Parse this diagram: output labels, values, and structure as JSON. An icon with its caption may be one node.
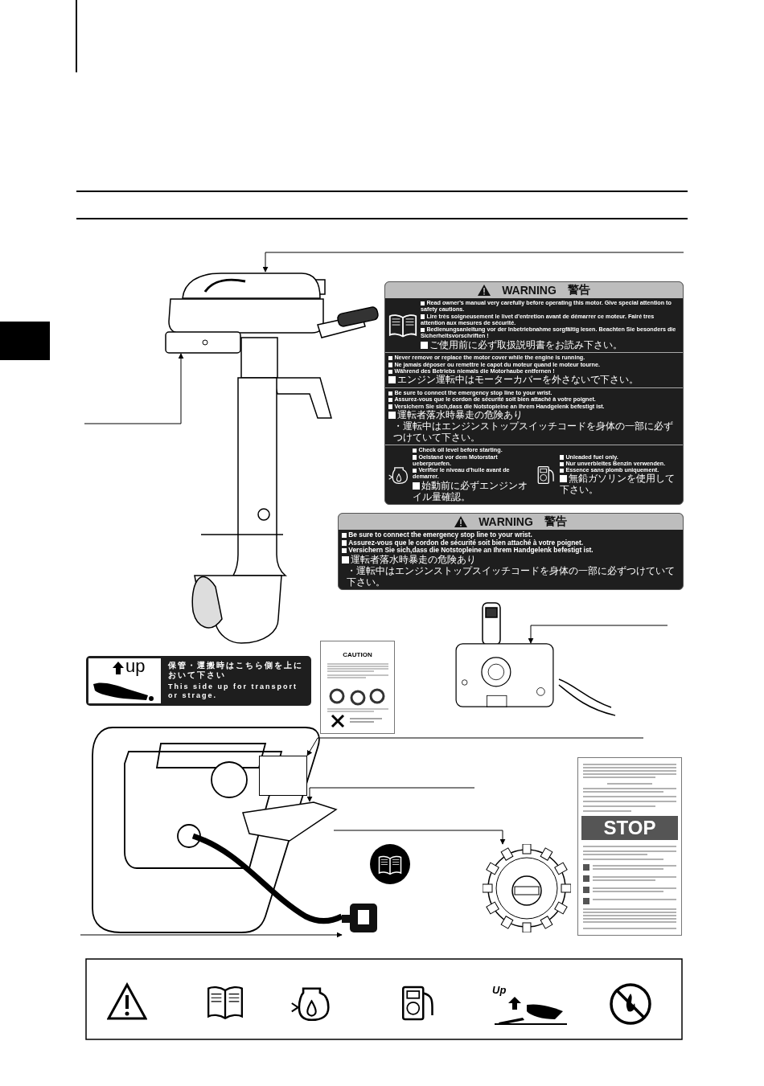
{
  "diagram": {
    "nodes": [
      {
        "text": [
          "WARNING",
          "警告",
          "Read owner's manual very carefully before operating this motor. Give special attention to safety cautions.",
          "Lire très soigneusement le livet d'entretion avant de démarrer ce moteur. Fairé tres attention aux mesures de sécurité.",
          "Bedienungsanleitung vor der Inbetriebnahme sorgfältig lesen. Beachten Sie besonders die Sicherheitsvorschriften !",
          "ご使用前に必ず取扱説明書をお読み下さい。",
          "Never remove or replace the motor cover while the engine is running.",
          "Ne jamais déposer ou remettre le capot du moteur quand le moteur tourne.",
          "Während des Betriebs niemals die Motorhaube entfernen !",
          "エンジン運転中はモーターカバーを外さないで下さい。",
          "Be sure to connect the emergency stop line to your wrist.",
          "Assurez-vous que le cordon de sécurité soit bien attaché à votre poignet.",
          "Versichern Sie sich,dass die Notstopleine an Ihrem Handgelenk befestigt ist.",
          "運転者落水時暴走の危険あり",
          "・運転中はエンジンストップスイッチコードを身体の一部に必ずつけていて下さい。",
          "Check oil level before starting.",
          "Oelstand vor dem Motorstart ueberpruefen.",
          "Verifier le niveau d'huile avant de demarrer.",
          "始動前に必ずエンジンオイル量確認。",
          "Unleaded fuel only.",
          "Nur unverbleites Benzin verwenden.",
          "Essence sans plomb uniquement.",
          "無鉛ガソリンを使用して下さい。"
        ]
      },
      {
        "text": [
          "WARNING",
          "警告",
          "Be sure to connect the emergency stop line to your wrist.",
          "Assurez-vous que le cordon de sécurité soit bien attaché à votre poignet.",
          "Versichern Sie sich,dass die Notstopleine an Ihrem Handgelenk befestigt ist.",
          "運転者落水時暴走の危険あり",
          "・運転中はエンジンストップスイッチコードを身体の一部に必ずつけていて下さい。"
        ]
      },
      {
        "text": [
          "up",
          "保管・運搬時はこちら側を上において下さい",
          "This side up for transport or strage."
        ]
      },
      {
        "text": [
          "CAUTION"
        ]
      },
      {
        "text": [
          "STOP"
        ]
      },
      {
        "text": [],
        "shape": "picture"
      },
      {
        "text": [],
        "shape": "picture"
      },
      {
        "text": [],
        "shape": "picture"
      },
      {
        "text": [],
        "shape": "box"
      },
      {
        "text": [],
        "shape": "picture"
      },
      {
        "text": [],
        "shape": "picture"
      },
      {
        "text": [],
        "shape": "picture"
      }
    ],
    "edges": [
      {
        "from": null,
        "to": 5,
        "arrow": "to"
      },
      {
        "from": null,
        "to": 6,
        "arrow": "to"
      },
      {
        "from": null,
        "to": 7,
        "arrow": "to"
      },
      {
        "from": null,
        "to": 8,
        "arrow": "to"
      },
      {
        "from": null,
        "to": 9,
        "arrow": "to"
      },
      {
        "from": null,
        "to": 10,
        "arrow": "to"
      },
      {
        "from": null,
        "to": 11,
        "arrow": "to"
      }
    ],
    "labels": [
      "Up"
    ]
  }
}
